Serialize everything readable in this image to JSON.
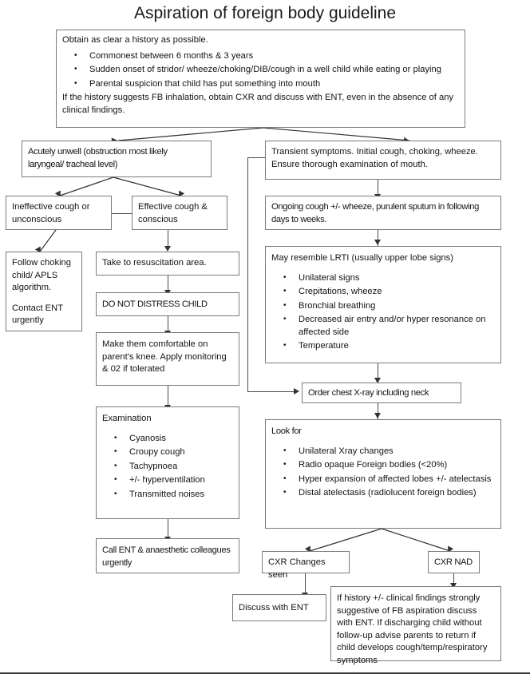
{
  "title": "Aspiration of foreign body guideline",
  "nodes": {
    "history": {
      "intro": "Obtain as clear a history as possible.",
      "bullets": [
        "Commonest between 6 months & 3 years",
        "Sudden onset of stridor/ wheeze/choking/DIB/cough in a well child while eating or playing",
        "Parental suspicion that child has put something into mouth"
      ],
      "footer": "If the history suggests FB inhalation, obtain CXR and discuss with ENT, even in the absence of any clinical findings."
    },
    "acutely_unwell": "Acutely unwell   (obstruction most likely laryngeal/ tracheal level)",
    "transient": "Transient symptoms. Initial cough, choking, wheeze. Ensure thorough examination of mouth.",
    "ineffective_cough": "Ineffective cough or unconscious",
    "effective_cough": "Effective cough & conscious",
    "ongoing_cough": "Ongoing cough +/- wheeze, purulent sputum in following days to weeks.",
    "follow_choking": {
      "line1": "Follow choking child/ APLS algorithm.",
      "line2": "Contact ENT urgently"
    },
    "resus": "Take to resuscitation area.",
    "lrti": {
      "header": "May resemble LRTI (usually upper lobe signs)",
      "bullets": [
        "Unilateral signs",
        "Crepitations, wheeze",
        "Bronchial breathing",
        "Decreased air entry and/or hyper resonance on affected side",
        "Temperature"
      ]
    },
    "do_not_distress": "DO NOT DISTRESS CHILD",
    "comfortable": "Make them comfortable on parent's knee. Apply monitoring & 02 if tolerated",
    "order_cxr": "Order chest X-ray including neck",
    "examination": {
      "header": "Examination",
      "bullets": [
        "Cyanosis",
        "Croupy cough",
        "Tachypnoea",
        "+/- hyperventilation",
        "Transmitted noises"
      ]
    },
    "look_for": {
      "header": "Look for",
      "bullets": [
        "Unilateral Xray changes",
        "Radio opaque Foreign bodies (<20%)",
        "Hyper expansion of affected lobes +/- atelectasis",
        "Distal atelectasis (radiolucent foreign bodies)"
      ]
    },
    "call_ent": "Call ENT & anaesthetic colleagues urgently",
    "cxr_changes": "CXR Changes seen",
    "cxr_nad": "CXR NAD",
    "discuss_ent": "Discuss with ENT",
    "final_advice": "If history +/- clinical findings strongly suggestive of FB aspiration discuss with ENT.  If discharging child without follow-up advise parents to return if  child develops cough/temp/respiratory  symptoms"
  },
  "colors": {
    "box_border": "#7a7a7a",
    "connector": "#4a4a4a",
    "text": "#141414",
    "background": "#ffffff"
  }
}
